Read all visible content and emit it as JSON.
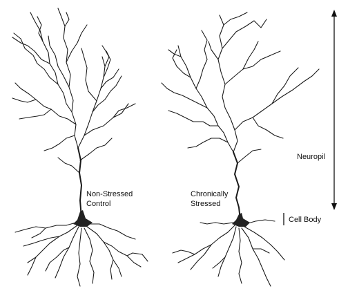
{
  "neurons": [
    {
      "label_line1": "Non-Stressed",
      "label_line2": "Control"
    },
    {
      "label_line1": "Chronically",
      "label_line2": "Stressed"
    }
  ],
  "annotations": {
    "neuropil": "Neuropil",
    "cell_body": "Cell Body"
  },
  "colors": {
    "ink": "#1a1a1a",
    "background": "#ffffff"
  }
}
